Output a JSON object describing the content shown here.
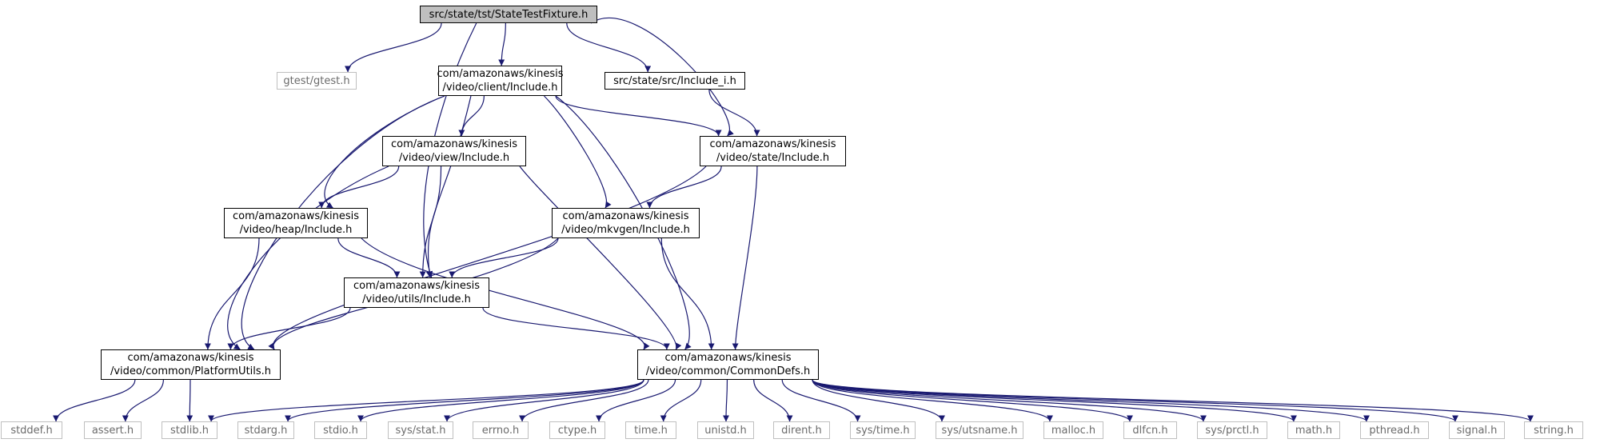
{
  "colors": {
    "edge": "#191970",
    "root_fill": "#bfbfbf",
    "header_border": "#000000",
    "system_border": "#bfbfbf",
    "system_text": "#6b6b6b"
  },
  "nodes": [
    {
      "id": "root",
      "kind": "root",
      "lines": [
        "src/state/tst/StateTestFixture.h"
      ]
    },
    {
      "id": "gtest",
      "kind": "system",
      "lines": [
        "gtest/gtest.h"
      ]
    },
    {
      "id": "client",
      "kind": "header",
      "lines": [
        "com/amazonaws/kinesis",
        "/video/client/Include.h"
      ]
    },
    {
      "id": "include_i",
      "kind": "header",
      "lines": [
        "src/state/src/Include_i.h"
      ]
    },
    {
      "id": "view",
      "kind": "header",
      "lines": [
        "com/amazonaws/kinesis",
        "/video/view/Include.h"
      ]
    },
    {
      "id": "state",
      "kind": "header",
      "lines": [
        "com/amazonaws/kinesis",
        "/video/state/Include.h"
      ]
    },
    {
      "id": "heap",
      "kind": "header",
      "lines": [
        "com/amazonaws/kinesis",
        "/video/heap/Include.h"
      ]
    },
    {
      "id": "mkvgen",
      "kind": "header",
      "lines": [
        "com/amazonaws/kinesis",
        "/video/mkvgen/Include.h"
      ]
    },
    {
      "id": "utils",
      "kind": "header",
      "lines": [
        "com/amazonaws/kinesis",
        "/video/utils/Include.h"
      ]
    },
    {
      "id": "platform",
      "kind": "header",
      "lines": [
        "com/amazonaws/kinesis",
        "/video/common/PlatformUtils.h"
      ]
    },
    {
      "id": "common",
      "kind": "header",
      "lines": [
        "com/amazonaws/kinesis",
        "/video/common/CommonDefs.h"
      ]
    },
    {
      "id": "stddef",
      "kind": "system",
      "lines": [
        "stddef.h"
      ]
    },
    {
      "id": "assert",
      "kind": "system",
      "lines": [
        "assert.h"
      ]
    },
    {
      "id": "stdlib",
      "kind": "system",
      "lines": [
        "stdlib.h"
      ]
    },
    {
      "id": "stdarg",
      "kind": "system",
      "lines": [
        "stdarg.h"
      ]
    },
    {
      "id": "stdio",
      "kind": "system",
      "lines": [
        "stdio.h"
      ]
    },
    {
      "id": "sysstat",
      "kind": "system",
      "lines": [
        "sys/stat.h"
      ]
    },
    {
      "id": "errno",
      "kind": "system",
      "lines": [
        "errno.h"
      ]
    },
    {
      "id": "ctype",
      "kind": "system",
      "lines": [
        "ctype.h"
      ]
    },
    {
      "id": "time",
      "kind": "system",
      "lines": [
        "time.h"
      ]
    },
    {
      "id": "unistd",
      "kind": "system",
      "lines": [
        "unistd.h"
      ]
    },
    {
      "id": "dirent",
      "kind": "system",
      "lines": [
        "dirent.h"
      ]
    },
    {
      "id": "systime",
      "kind": "system",
      "lines": [
        "sys/time.h"
      ]
    },
    {
      "id": "sysutsname",
      "kind": "system",
      "lines": [
        "sys/utsname.h"
      ]
    },
    {
      "id": "malloc",
      "kind": "system",
      "lines": [
        "malloc.h"
      ]
    },
    {
      "id": "dlfcn",
      "kind": "system",
      "lines": [
        "dlfcn.h"
      ]
    },
    {
      "id": "sysprctl",
      "kind": "system",
      "lines": [
        "sys/prctl.h"
      ]
    },
    {
      "id": "math",
      "kind": "system",
      "lines": [
        "math.h"
      ]
    },
    {
      "id": "pthread",
      "kind": "system",
      "lines": [
        "pthread.h"
      ]
    },
    {
      "id": "signal",
      "kind": "system",
      "lines": [
        "signal.h"
      ]
    },
    {
      "id": "string",
      "kind": "system",
      "lines": [
        "string.h"
      ]
    }
  ],
  "edges": [
    [
      "root",
      "gtest"
    ],
    [
      "root",
      "client"
    ],
    [
      "root",
      "include_i"
    ],
    [
      "root",
      "state"
    ],
    [
      "root",
      "utils"
    ],
    [
      "client",
      "view"
    ],
    [
      "client",
      "state"
    ],
    [
      "client",
      "heap"
    ],
    [
      "client",
      "mkvgen"
    ],
    [
      "client",
      "utils"
    ],
    [
      "client",
      "platform"
    ],
    [
      "client",
      "common"
    ],
    [
      "include_i",
      "state"
    ],
    [
      "view",
      "heap"
    ],
    [
      "view",
      "utils"
    ],
    [
      "view",
      "platform"
    ],
    [
      "view",
      "common"
    ],
    [
      "state",
      "mkvgen"
    ],
    [
      "state",
      "platform"
    ],
    [
      "state",
      "common"
    ],
    [
      "heap",
      "utils"
    ],
    [
      "heap",
      "platform"
    ],
    [
      "heap",
      "common"
    ],
    [
      "mkvgen",
      "utils"
    ],
    [
      "mkvgen",
      "platform"
    ],
    [
      "mkvgen",
      "common"
    ],
    [
      "utils",
      "platform"
    ],
    [
      "utils",
      "common"
    ],
    [
      "platform",
      "stddef"
    ],
    [
      "platform",
      "assert"
    ],
    [
      "platform",
      "stdlib"
    ],
    [
      "common",
      "stdlib"
    ],
    [
      "common",
      "stdarg"
    ],
    [
      "common",
      "stdio"
    ],
    [
      "common",
      "sysstat"
    ],
    [
      "common",
      "errno"
    ],
    [
      "common",
      "ctype"
    ],
    [
      "common",
      "time"
    ],
    [
      "common",
      "unistd"
    ],
    [
      "common",
      "dirent"
    ],
    [
      "common",
      "systime"
    ],
    [
      "common",
      "sysutsname"
    ],
    [
      "common",
      "malloc"
    ],
    [
      "common",
      "dlfcn"
    ],
    [
      "common",
      "sysprctl"
    ],
    [
      "common",
      "math"
    ],
    [
      "common",
      "pthread"
    ],
    [
      "common",
      "signal"
    ],
    [
      "common",
      "string"
    ]
  ]
}
